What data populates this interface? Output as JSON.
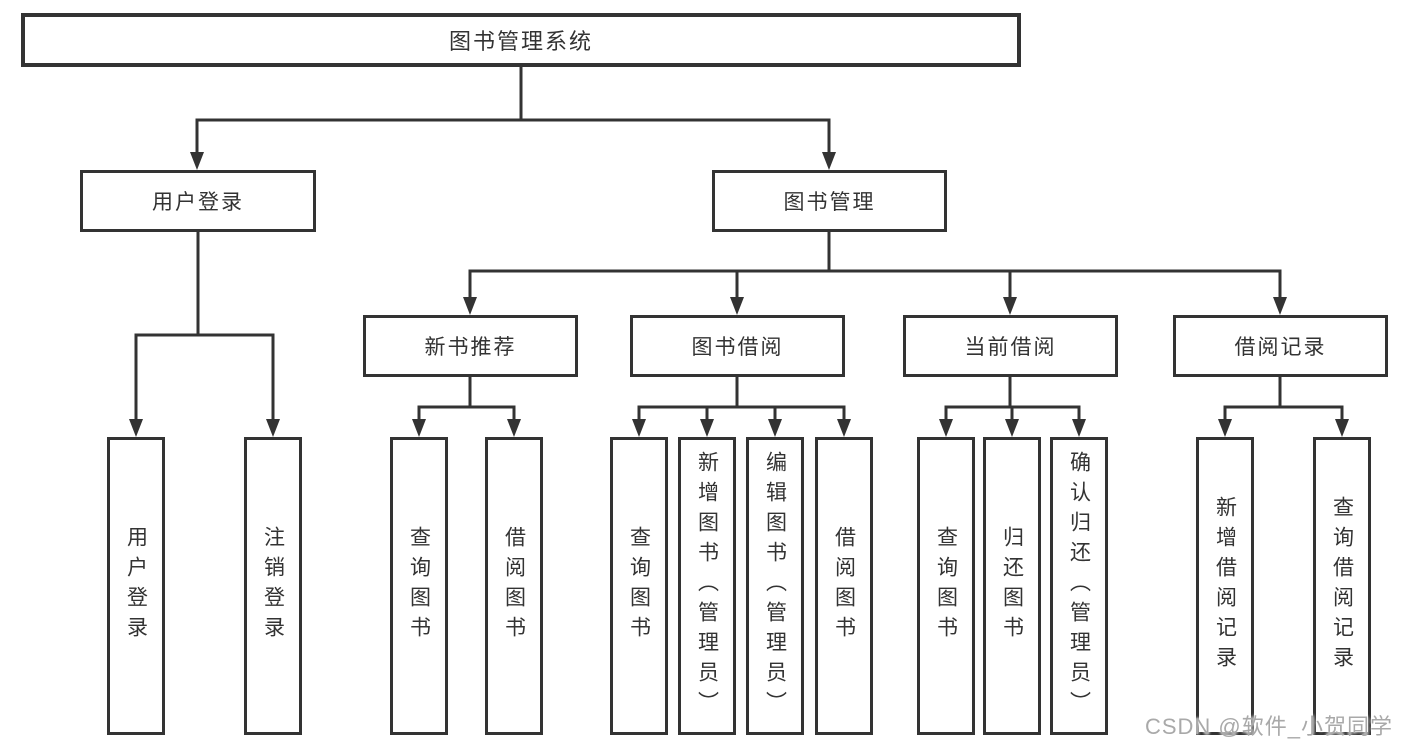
{
  "diagram": {
    "root": "图书管理系统",
    "branches": [
      {
        "label": "用户登录",
        "children": [
          "用户登录",
          "注销登录"
        ]
      },
      {
        "label": "图书管理",
        "sections": [
          {
            "label": "新书推荐",
            "children": [
              "查询图书",
              "借阅图书"
            ]
          },
          {
            "label": "图书借阅",
            "children": [
              "查询图书",
              "新增图书（管理员）",
              "编辑图书（管理员）",
              "借阅图书"
            ]
          },
          {
            "label": "当前借阅",
            "children": [
              "查询图书",
              "归还图书",
              "确认归还（管理员）"
            ]
          },
          {
            "label": "借阅记录",
            "children": [
              "新增借阅记录",
              "查询借阅记录"
            ]
          }
        ]
      }
    ]
  },
  "watermark": "CSDN @软件_小贺同学",
  "colors": {
    "line": "#333333",
    "text": "#333333",
    "watermark": "#a9a9a9",
    "background": "#ffffff"
  }
}
